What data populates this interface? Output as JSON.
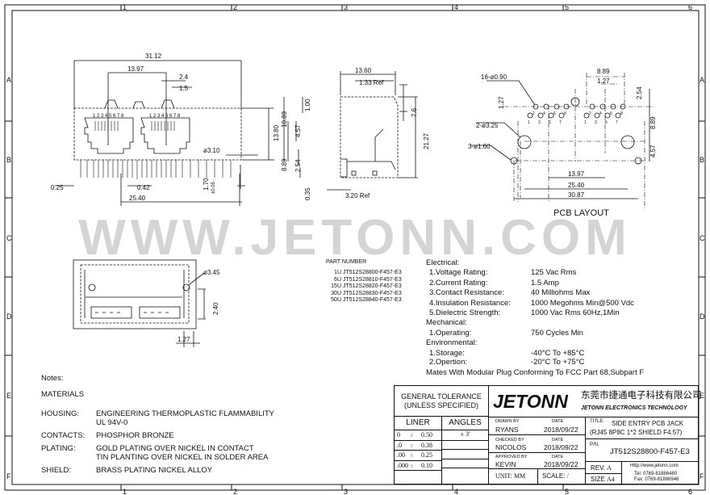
{
  "border": {
    "cols": [
      "1",
      "2",
      "3",
      "4",
      "5",
      "6"
    ],
    "rows": [
      "A",
      "B",
      "C",
      "D",
      "E",
      "F"
    ]
  },
  "watermark": "WWW.JETONN.COM",
  "front_view": {
    "dims": [
      "31.12",
      "13.97",
      "2.4",
      "1.5",
      "13.80",
      "ø3.10",
      "0.25",
      "0.42",
      "25.40",
      "1.70",
      "±0.05"
    ],
    "pin_labels": "1 2 3 4 5 6 7 8"
  },
  "side_view": {
    "dims": [
      "13.60",
      "1.33 Ref",
      "1.00",
      "10.89",
      "4.57",
      "7.6",
      "21.27",
      "8.89",
      "2.54",
      "0.35",
      "3.20 Ref"
    ]
  },
  "pcb_layout": {
    "title": "PCB LAYOUT",
    "callouts": [
      "16-ø0.90",
      "2-ø3.25",
      "3-ø1.60"
    ],
    "dims": [
      "8.89",
      "1.27",
      "1.27",
      "2.54",
      "8.89",
      "4.57",
      "13.97",
      "25.40",
      "30.87"
    ],
    "pins_top": [
      "2",
      "4",
      "6",
      "8"
    ],
    "pins_bottom": [
      "1",
      "3",
      "5",
      "7"
    ]
  },
  "bottom_view": {
    "dims": [
      "ø3.45",
      "2.40",
      "1.27"
    ]
  },
  "part_numbers": {
    "heading": "PART NUMBER",
    "items": [
      {
        "code": "1U",
        "pn": "JT512S28800-F457-E3"
      },
      {
        "code": "6U",
        "pn": "JT512S28810-F457-E3"
      },
      {
        "code": "15U",
        "pn": "JT512S28820-F457-E3"
      },
      {
        "code": "30U",
        "pn": "JT512S28830-F457-E3"
      },
      {
        "code": "50U",
        "pn": "JT512S28840-F457-E3"
      }
    ]
  },
  "specs": {
    "electrical_heading": "Electrical:",
    "electrical": [
      {
        "k": "1.Voltage Rating:",
        "v": "125 Vac Rms"
      },
      {
        "k": "2.Current Rating:",
        "v": "1.5 Amp"
      },
      {
        "k": "3.Contact Resistance:",
        "v": "40 Milliohms Max"
      },
      {
        "k": "4.Insulation Resistance:",
        "v": "1000 Megohms Min@500 Vdc"
      },
      {
        "k": "5.Dielectric Strength:",
        "v": "1000 Vac Rms 60Hz,1Min"
      }
    ],
    "mechanical_heading": "Mechanical:",
    "mechanical": [
      {
        "k": "1.Operating:",
        "v": "750 Cycles Min"
      }
    ],
    "environmental_heading": "Environmental:",
    "environmental": [
      {
        "k": "1.Storage:",
        "v": "-40°C To +85°C"
      },
      {
        "k": "2.Opertion:",
        "v": "-20°C To +75°C"
      }
    ],
    "mates": "Mates With Modular Plug Conforming To FCC Part 68,Subpart F"
  },
  "notes": {
    "heading": "Notes:",
    "materials": "MATERIALS",
    "items": [
      {
        "k": "HOUSING:",
        "v": "ENGINEERING THERMOPLASTIC FLAMMABILITY",
        "v2": "UL 94V-0"
      },
      {
        "k": "CONTACTS:",
        "v": "PHOSPHOR BRONZE"
      },
      {
        "k": "PLATING:",
        "v": "GOLD PLATING OVER NICKEL IN CONTACT",
        "v2": "TIN PLANTING OVER NICKEL IN SOLDER AREA"
      },
      {
        "k": "SHIELD:",
        "v": "BRASS PLATING NICKEL ALLOY"
      }
    ]
  },
  "title_block": {
    "tolerance_heading": "GENERAL TOLERANCE",
    "tolerance_sub": "(UNLESS SPECIFIED)",
    "liner": "LINER",
    "angles": "ANGLES",
    "liner_rows": [
      {
        "a": "0",
        "b": "0.50"
      },
      {
        "a": ".0",
        "b": "0.38"
      },
      {
        "a": ".00",
        "b": "0.25"
      },
      {
        "a": ".000",
        "b": "0.10"
      }
    ],
    "pm": "±",
    "angle_value": "± 3'",
    "logo": "JETONN",
    "company_cn": "东莞市捷通电子科技有限公司",
    "company_en": "JETONN ELECTRONICS TECHNOLOGY",
    "drawn_by_label": "DRAWN BY",
    "drawn_by": "RYANS",
    "checked_by_label": "CHECKED BY",
    "checked_by": "NICOLOS",
    "approved_by_label": "APPROVED BY",
    "approved_by": "KEVIN",
    "date_label": "DATE",
    "date": "2018/09/22",
    "unit_label": "UNIT:",
    "unit": "MM",
    "scale_label": "SCALE:",
    "scale": "/",
    "title_label": "TITLE.",
    "title_1": "SIDE ENTRY PCB JACK",
    "title_2": "(RJ45  8P8C 1*2 SHIELD F4.57)",
    "pn_label": "P/N.",
    "pn": "JT512S28800-F457-E3",
    "rev_label": "REV.",
    "rev": "A",
    "size_label": "SIZE",
    "size": "A4",
    "url": "Http://www.jetonn.com",
    "tel": "Tel:  0769-81886480",
    "fax": "Fax: 0769-81886946"
  }
}
